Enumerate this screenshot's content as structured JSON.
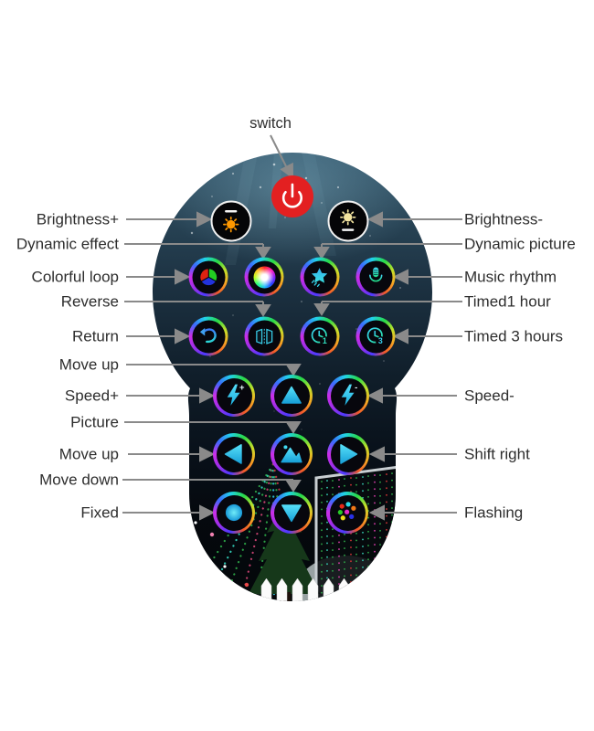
{
  "annotations": {
    "switch": "switch",
    "left": [
      {
        "id": "brightness-plus",
        "text": "Brightness+"
      },
      {
        "id": "dynamic-effect",
        "text": "Dynamic effect"
      },
      {
        "id": "colorful-loop",
        "text": "Colorful loop"
      },
      {
        "id": "reverse",
        "text": "Reverse"
      },
      {
        "id": "return",
        "text": "Return"
      },
      {
        "id": "move-up-1",
        "text": "Move up"
      },
      {
        "id": "speed-plus",
        "text": "Speed+"
      },
      {
        "id": "picture",
        "text": "Picture"
      },
      {
        "id": "move-up-2",
        "text": "Move up"
      },
      {
        "id": "move-down",
        "text": "Move down"
      },
      {
        "id": "fixed",
        "text": "Fixed"
      }
    ],
    "right": [
      {
        "id": "brightness-minus",
        "text": "Brightness-"
      },
      {
        "id": "dynamic-picture",
        "text": "Dynamic picture"
      },
      {
        "id": "music-rhythm",
        "text": "Music rhythm"
      },
      {
        "id": "timed-1-hour",
        "text": "Timed1 hour"
      },
      {
        "id": "timed-3-hours",
        "text": "Timed 3 hours"
      },
      {
        "id": "speed-minus",
        "text": "Speed-"
      },
      {
        "id": "shift-right",
        "text": "Shift right"
      },
      {
        "id": "flashing",
        "text": "Flashing"
      }
    ]
  },
  "button_badges": {
    "timed_1": "1",
    "timed_3": "3",
    "speed_plus": "+",
    "speed_minus": "-"
  },
  "colors": {
    "power_button": "#e32021",
    "label_text": "#2d2d2d",
    "leader_line": "#8a8a8a",
    "body_dark": "#0a141c",
    "accent_cyan": "#38d0f0",
    "ring_rainbow_top": "#cc2ee8"
  }
}
